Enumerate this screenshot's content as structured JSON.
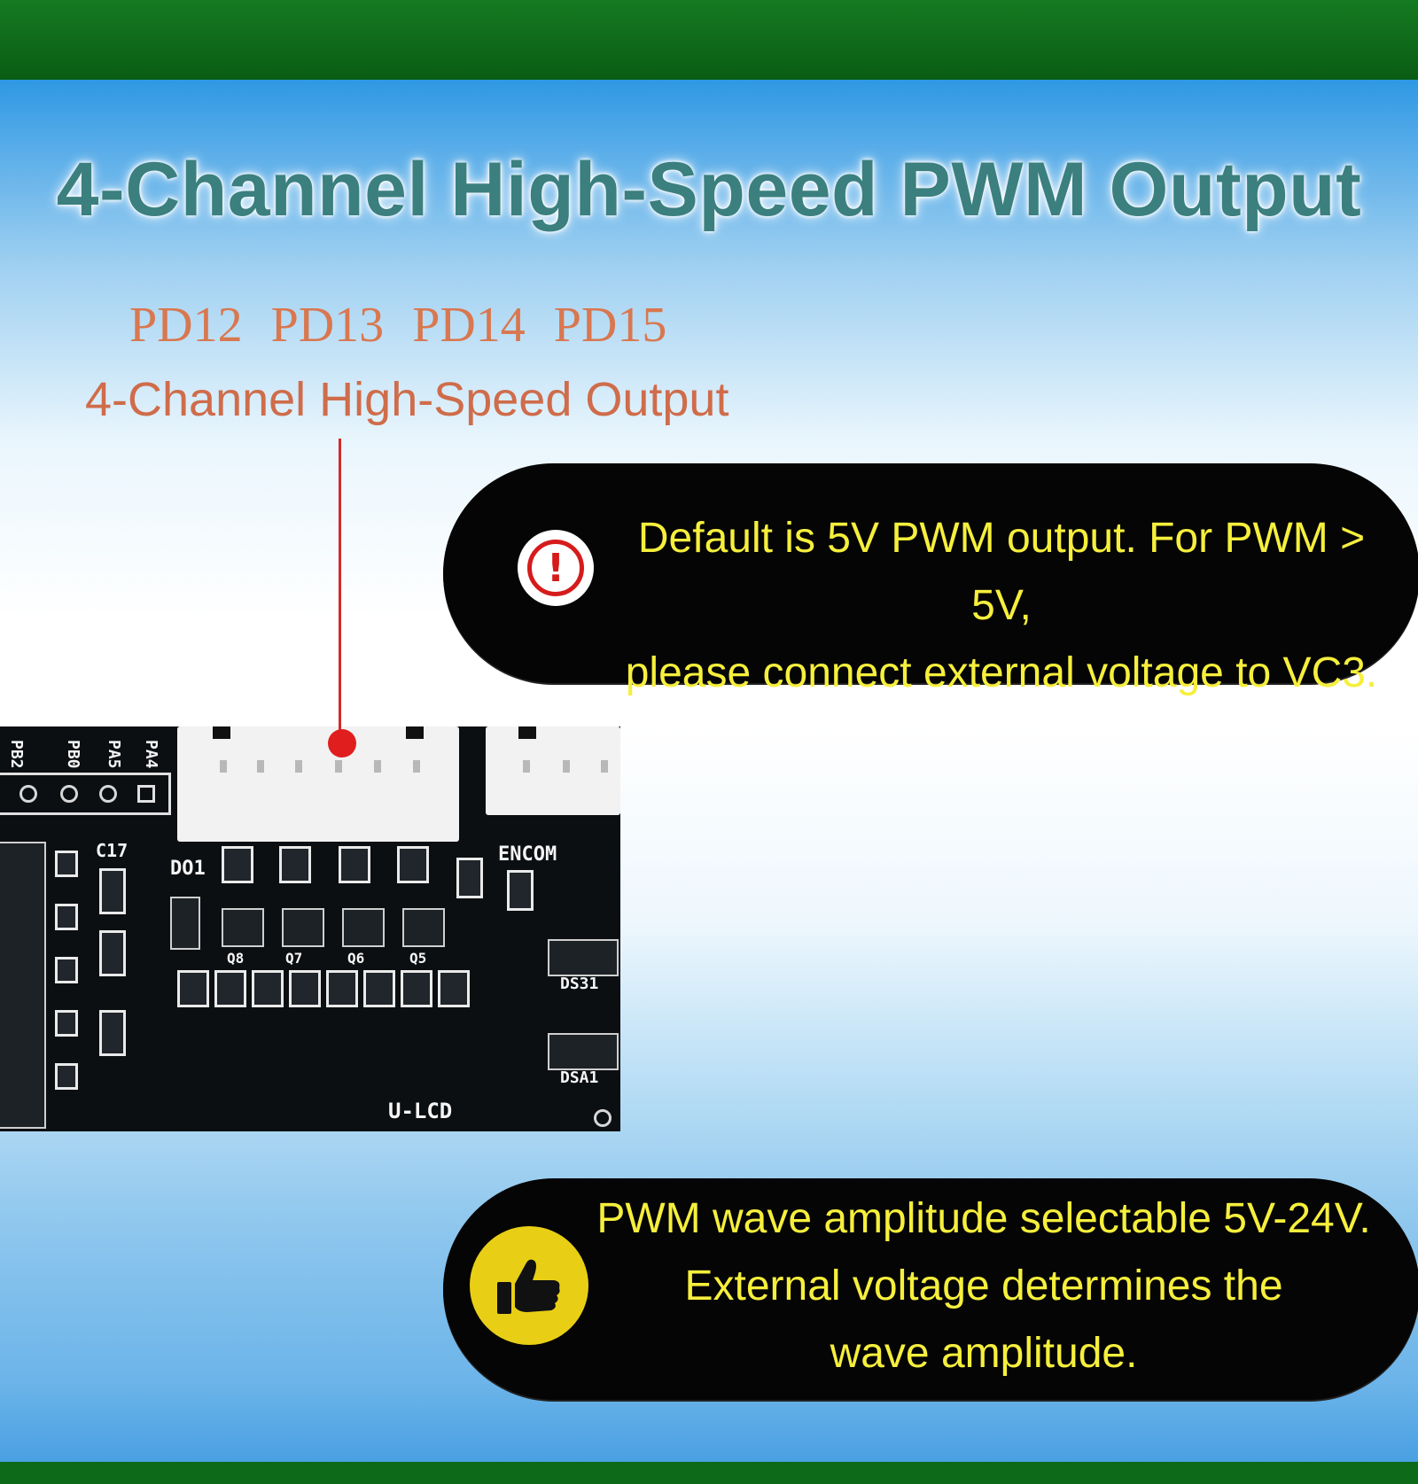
{
  "title": "4-Channel High-Speed PWM Output",
  "pins": [
    "PD12",
    "PD13",
    "PD14",
    "PD15"
  ],
  "output_label": "4-Channel High-Speed Output",
  "warning_note": {
    "icon": "exclamation-icon",
    "line1": "Default is 5V PWM output. For PWM > 5V,",
    "line2": "please connect external voltage to VC3."
  },
  "tip_note": {
    "icon": "thumbs-up-icon",
    "line1": "PWM wave amplitude selectable 5V-24V.",
    "line2": "External voltage determines the",
    "line3": "wave amplitude."
  },
  "board_labels": {
    "do1": "DO1",
    "encom": "ENCOM",
    "ulcd": "U-LCD",
    "ds31": "DS31",
    "dsa1": "DSA1",
    "c17": "C17",
    "q5": "Q5",
    "q6": "Q6",
    "q7": "Q7",
    "q8": "Q8"
  },
  "colors": {
    "title": "#3b7f7f",
    "pin_label": "#d9774f",
    "note_text": "#f6ef3c",
    "note_bg": "#050505",
    "leader": "#d42a2a",
    "top_bar": "#157a21"
  }
}
